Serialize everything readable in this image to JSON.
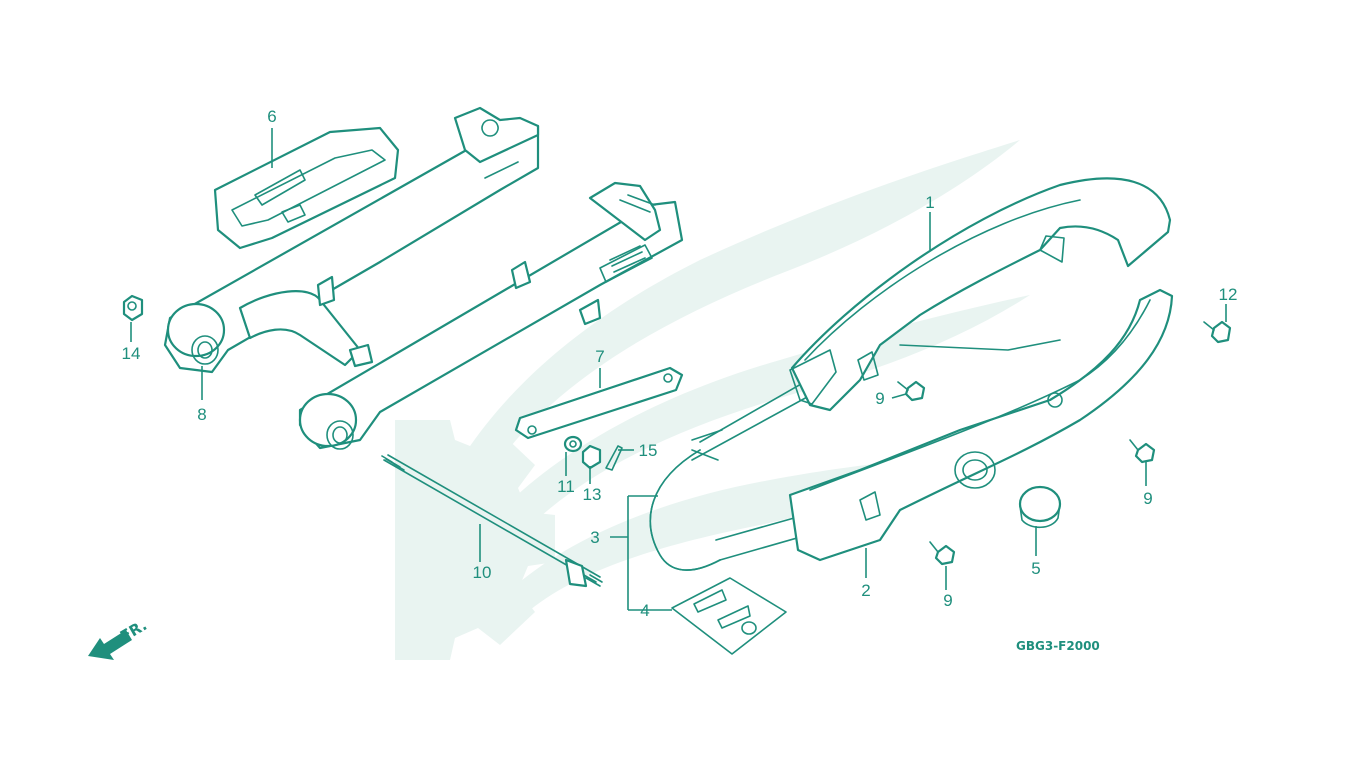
{
  "diagram": {
    "code_label": "GBG3-F2000",
    "direction_label": "FR.",
    "colors": {
      "line": "#1f8f7d",
      "watermark": "#e9f4f1",
      "background": "#ffffff"
    },
    "callouts": [
      "1",
      "2",
      "3",
      "4",
      "5",
      "6",
      "7",
      "8",
      "9",
      "9",
      "9",
      "10",
      "11",
      "12",
      "13",
      "14",
      "15"
    ]
  }
}
